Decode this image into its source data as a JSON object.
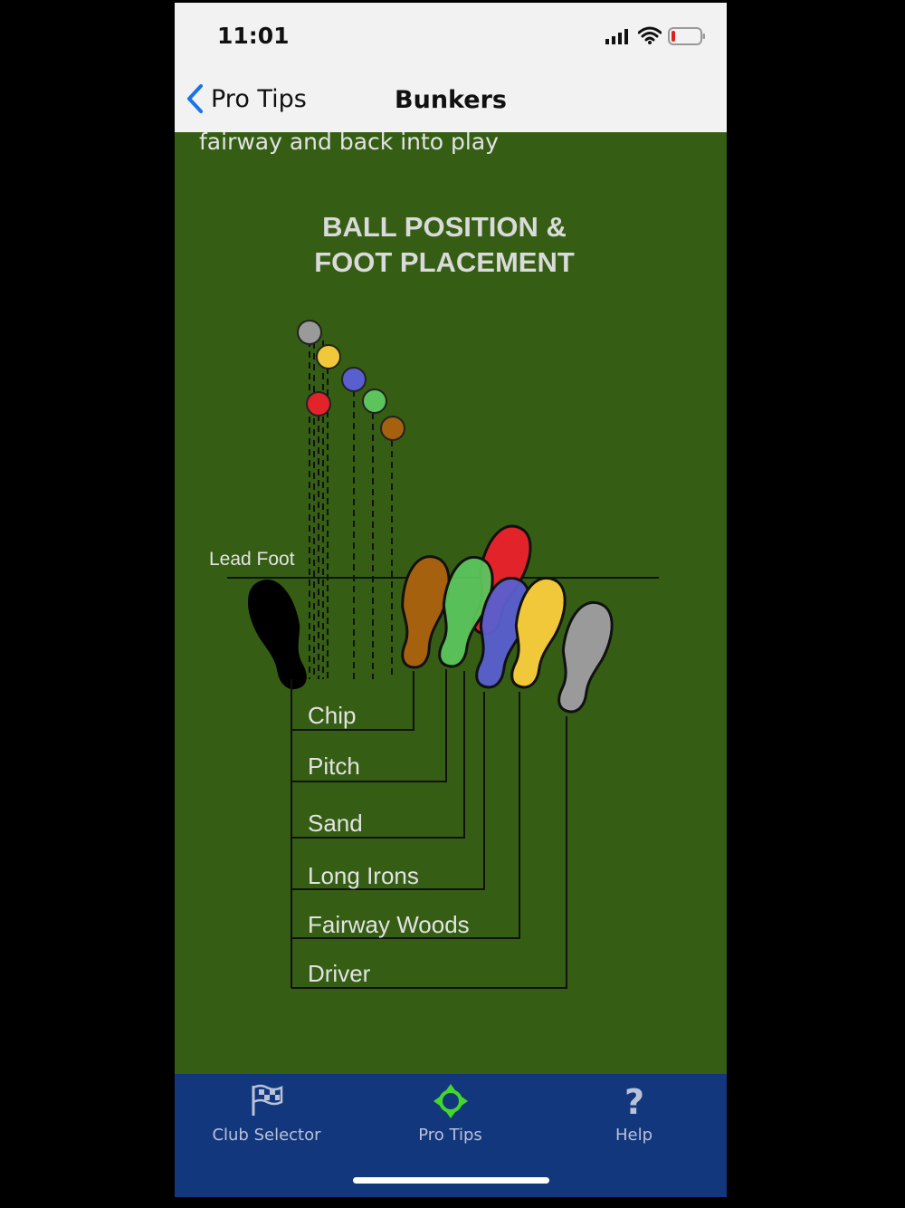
{
  "status_bar": {
    "time": "11:01"
  },
  "nav": {
    "back_label": "Pro Tips",
    "title": "Bunkers"
  },
  "content": {
    "intro_text": "fairway and back into play",
    "diagram_title_line1": "BALL POSITION &",
    "diagram_title_line2": "FOOT PLACEMENT",
    "lead_foot_label": "Lead Foot",
    "clubs": [
      "Chip",
      "Pitch",
      "Sand",
      "Long Irons",
      "Fairway Woods",
      "Driver"
    ]
  },
  "colors": {
    "driver": "#9a9a9a",
    "fairway_woods": "#f0c83a",
    "long_irons": "#5a5fd0",
    "sand": "#e3232a",
    "pitch": "#5cc45c",
    "chip": "#a6610e",
    "background": "#355e14",
    "tab_bar": "#12377d"
  },
  "tab_bar": {
    "tabs": [
      {
        "label": "Club Selector",
        "icon": "checkered-flag-icon"
      },
      {
        "label": "Pro Tips",
        "icon": "crosshair-target-icon",
        "active": true
      },
      {
        "label": "Help",
        "icon": "question-mark-icon"
      }
    ]
  }
}
